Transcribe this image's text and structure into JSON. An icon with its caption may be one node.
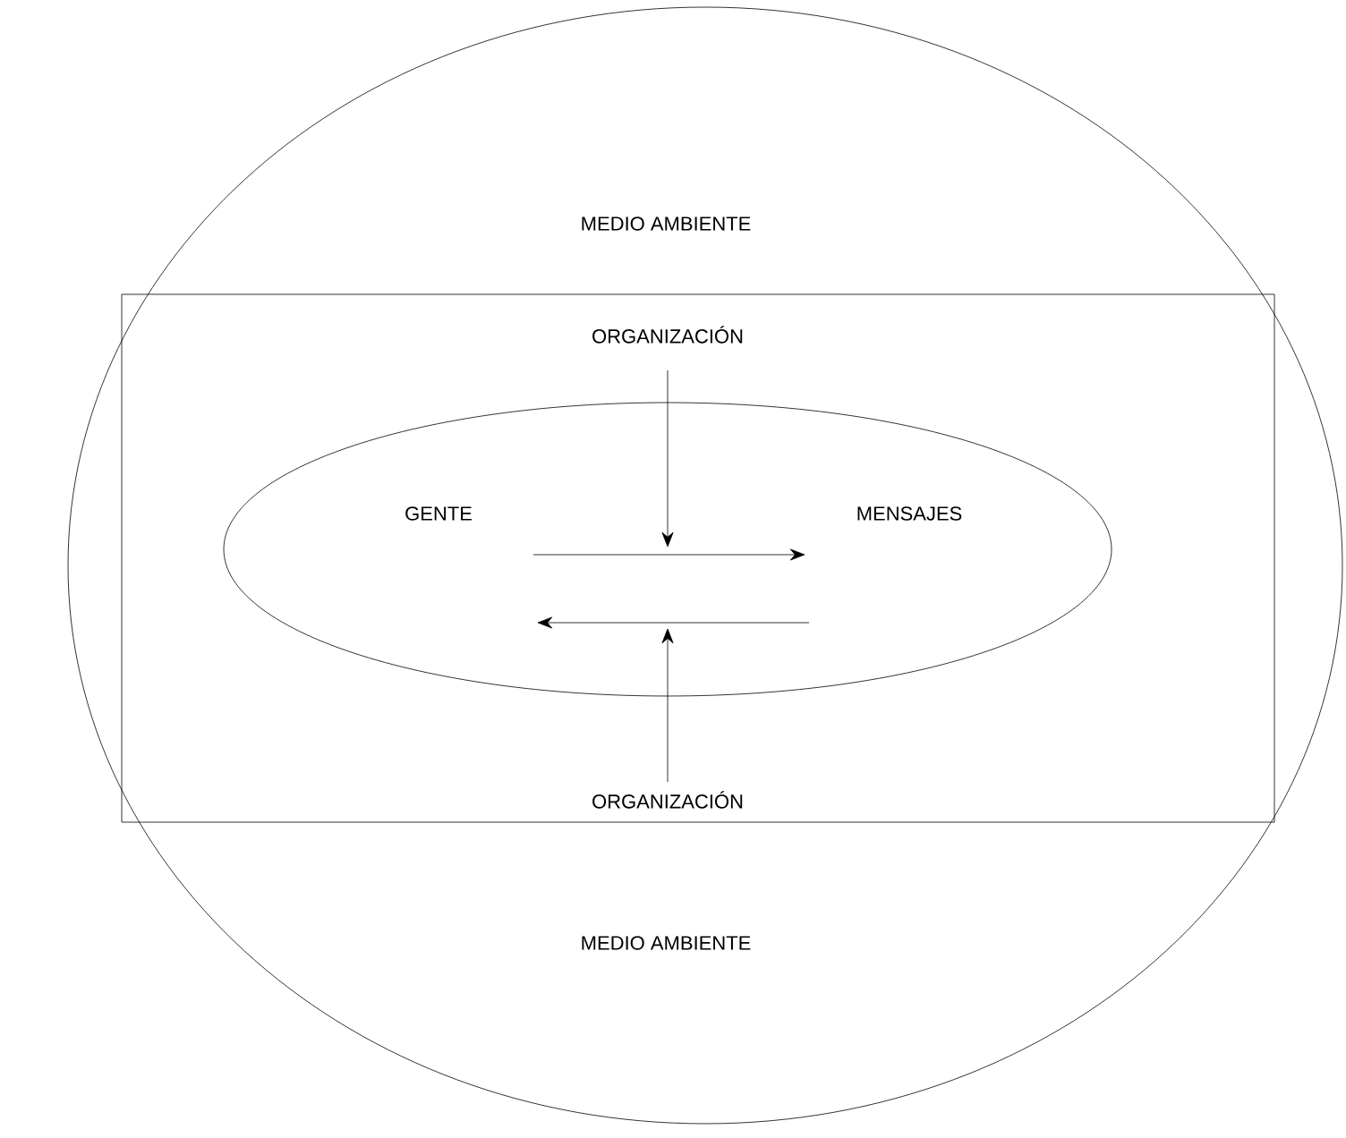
{
  "diagram": {
    "nodes": [
      {
        "text": [
          "MEDIO AMBIENTE",
          "MEDIO AMBIENTE"
        ]
      },
      {
        "text": [
          "ORGANIZACIÓN",
          "ORGANIZACIÓN"
        ],
        "in": 0
      },
      {
        "text": [],
        "shape": "circle",
        "in": 1
      },
      {
        "text": [
          "GENTE"
        ],
        "in": 2
      },
      {
        "text": [
          "MENSAJES"
        ],
        "in": 2
      }
    ],
    "edges": [
      {
        "from": 3,
        "to": 4,
        "arrow": "to"
      },
      {
        "from": 4,
        "to": 3,
        "arrow": "to"
      }
    ]
  }
}
